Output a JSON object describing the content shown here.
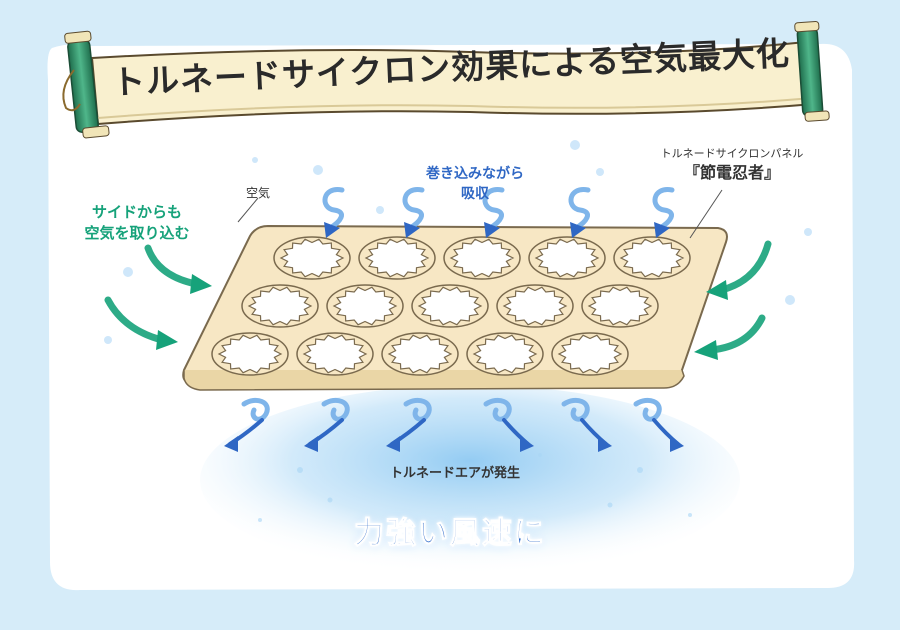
{
  "title": "トルネードサイクロン効果による空気最大化",
  "labels": {
    "air": "空気",
    "side_intake_line1": "サイドからも",
    "side_intake_line2": "空気を取り込む",
    "absorb_line1": "巻き込みながら",
    "absorb_line2": "吸収",
    "panel_name": "トルネードサイクロンパネル",
    "panel_brand": "『節電忍者』",
    "tornado_air": "トルネードエアが発生",
    "strong_wind": "力強い風速に"
  },
  "colors": {
    "background": "#d6ecf9",
    "card": "#ffffff",
    "panel": "#f7e7c4",
    "panel_outline": "#7a6a4e",
    "side_arrow": "#16a27a",
    "air_arrow": "#2f67c4",
    "title_banner": "#f9f0cf",
    "scroll_rod": "#2d8a62"
  },
  "icons": {
    "scroll": "scroll-banner-icon",
    "air_in": "swirl-arrow-icon",
    "air_out": "swirl-arrow-icon",
    "side": "curved-arrow-icon"
  }
}
